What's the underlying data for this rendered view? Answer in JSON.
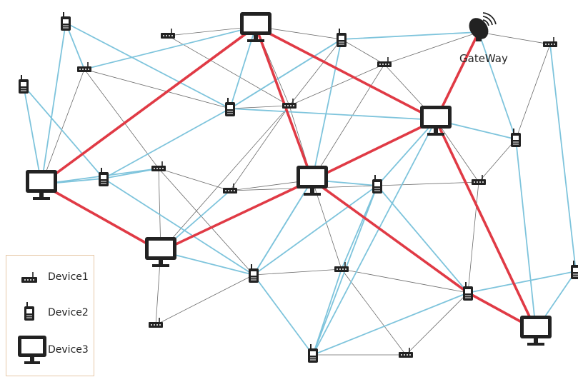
{
  "gateway": {
    "label": "GateWay"
  },
  "legend": {
    "items": [
      {
        "label": "Device1",
        "icon": "router-icon"
      },
      {
        "label": "Device2",
        "icon": "radio-icon"
      },
      {
        "label": "Device3",
        "icon": "monitor-icon"
      }
    ]
  },
  "colors": {
    "thin_link": "#6b6b6b",
    "wireless_link": "#7ec4dc",
    "backbone_link": "#e03a45",
    "device": "#222222",
    "legend_border": "#e7c9a8"
  }
}
